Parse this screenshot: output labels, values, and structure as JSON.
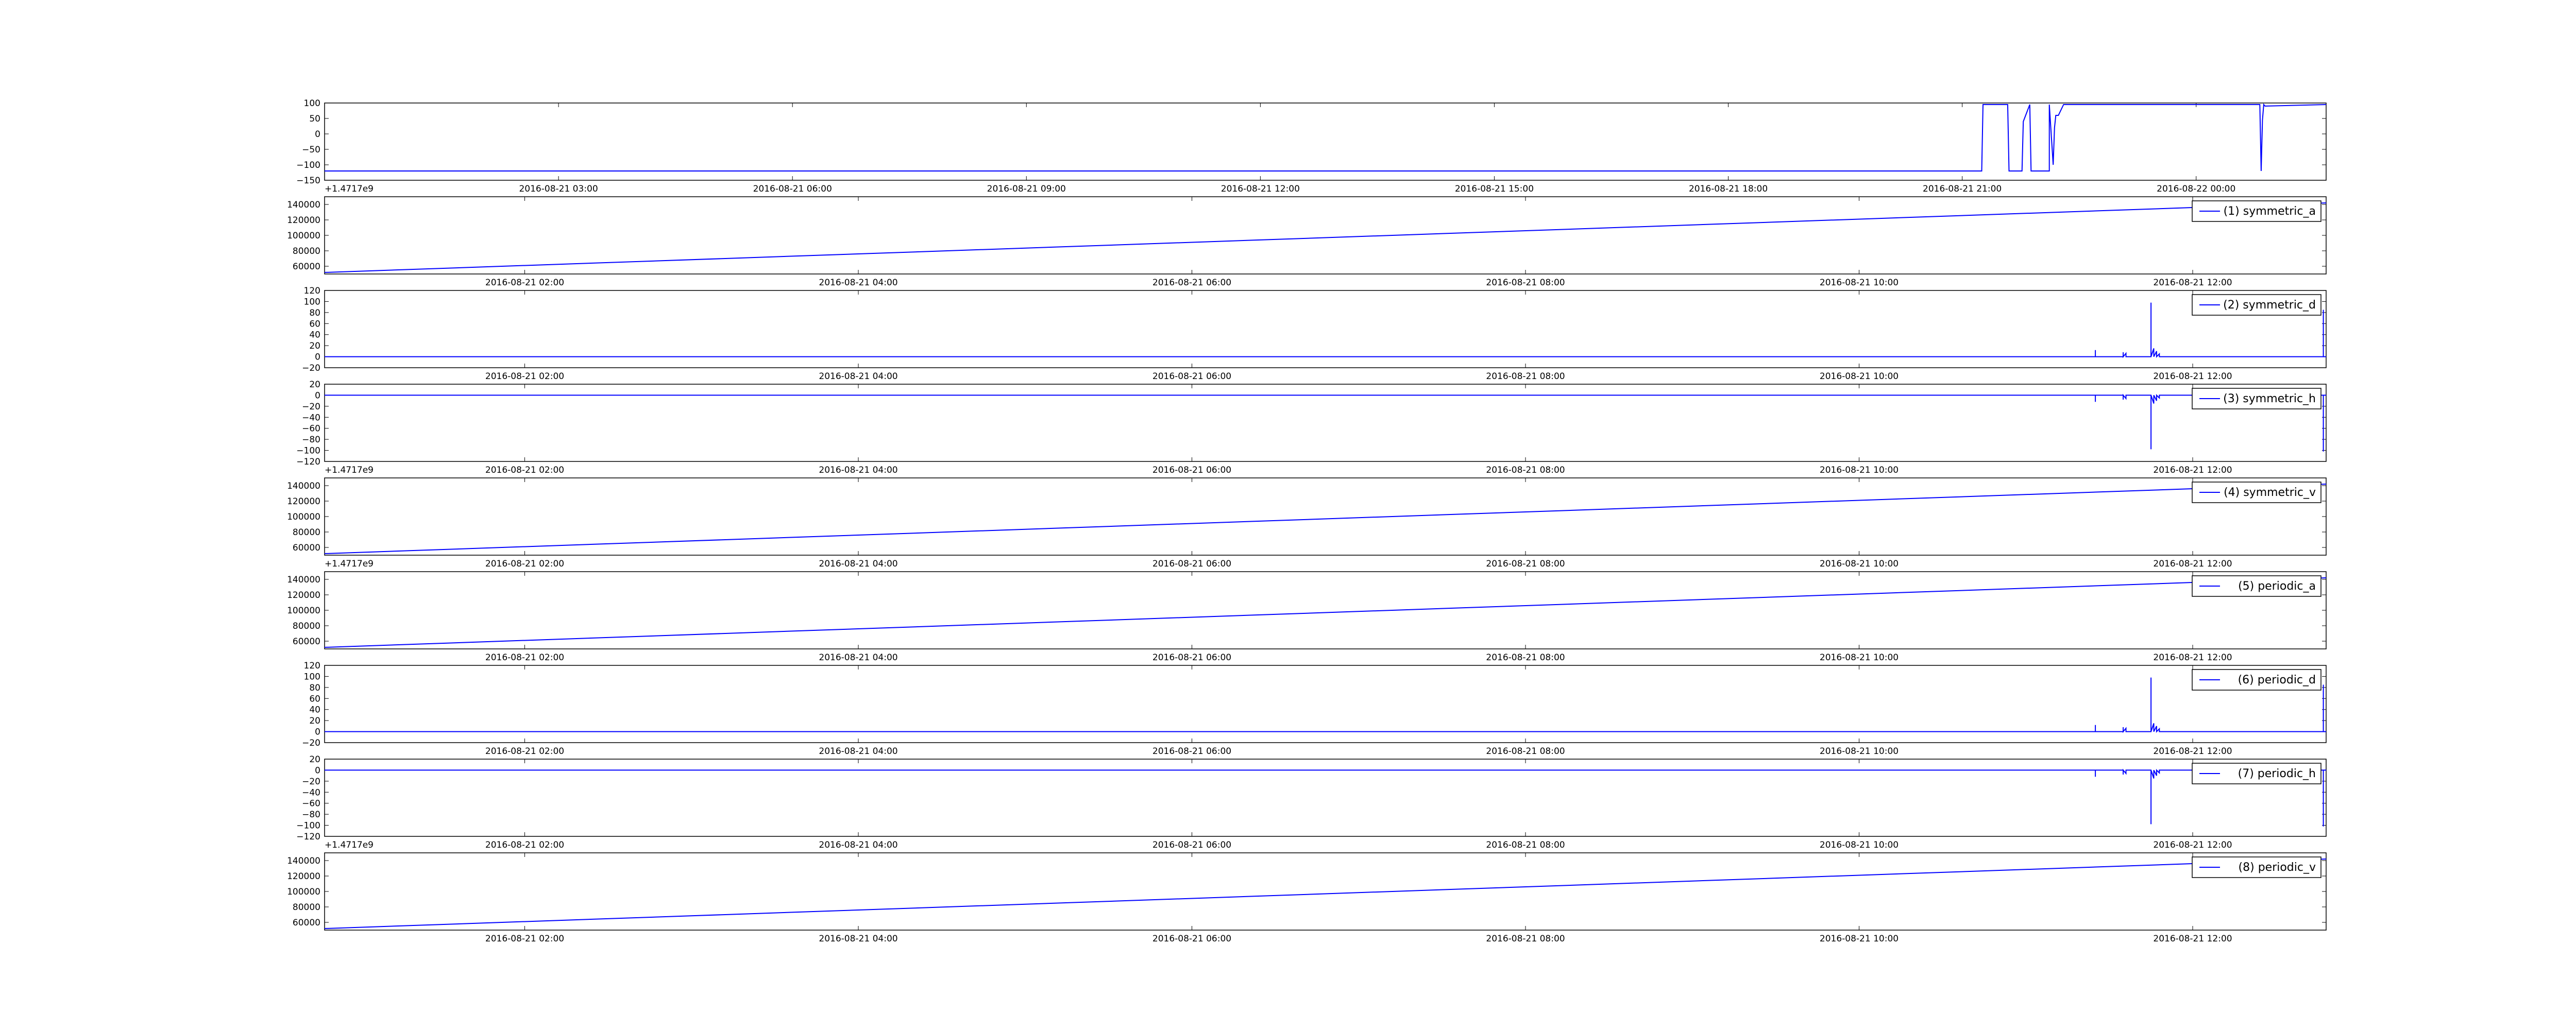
{
  "colors": {
    "line": "#0000ff",
    "axis": "#000000",
    "background": "#ffffff"
  },
  "chart_data": [
    {
      "type": "line",
      "title": "",
      "xlabel": "",
      "ylabel": "",
      "x_axis": "date",
      "xlim": [
        "2016-08-21 00:00",
        "2016-08-22 01:40"
      ],
      "x_ticks": [
        "2016-08-21 03:00",
        "2016-08-21 06:00",
        "2016-08-21 09:00",
        "2016-08-21 12:00",
        "2016-08-21 15:00",
        "2016-08-21 18:00",
        "2016-08-21 21:00",
        "2016-08-22 00:00"
      ],
      "y_ticks": [
        "100",
        "50",
        "0",
        "−50",
        "−100",
        "−150"
      ],
      "ylim": [
        -150,
        100
      ],
      "offset_text": "+1.4717e9",
      "grid": false,
      "legend": null,
      "series": [
        {
          "x": [
            "2016-08-21 00:00",
            "2016-08-21 21:15",
            "2016-08-21 21:16",
            "2016-08-21 21:35",
            "2016-08-21 21:36",
            "2016-08-21 21:46",
            "2016-08-21 21:47",
            "2016-08-21 21:52",
            "2016-08-21 21:53",
            "2016-08-21 22:07",
            "2016-08-21 22:07",
            "2016-08-21 22:08",
            "2016-08-21 22:10",
            "2016-08-21 22:11",
            "2016-08-21 22:12",
            "2016-08-21 22:14",
            "2016-08-21 22:18",
            "2016-08-22 00:49",
            "2016-08-22 00:50",
            "2016-08-22 00:51",
            "2016-08-22 00:52",
            "2016-08-22 00:53",
            "2016-08-22 01:40"
          ],
          "y": [
            -120,
            -120,
            95,
            95,
            -120,
            -120,
            40,
            95,
            -120,
            -120,
            95,
            30,
            -100,
            20,
            60,
            60,
            95,
            95,
            -120,
            45,
            95,
            90,
            95
          ]
        }
      ]
    },
    {
      "type": "line",
      "title": "",
      "xlabel": "",
      "ylabel": "",
      "x_axis": "date",
      "xlim": [
        "2016-08-21 00:48",
        "2016-08-21 12:48"
      ],
      "x_ticks": [
        "2016-08-21 02:00",
        "2016-08-21 04:00",
        "2016-08-21 06:00",
        "2016-08-21 08:00",
        "2016-08-21 10:00",
        "2016-08-21 12:00"
      ],
      "y_ticks": [
        "140000",
        "120000",
        "100000",
        "80000",
        "60000"
      ],
      "ylim": [
        50000,
        150000
      ],
      "offset_text": "",
      "grid": false,
      "legend": "upper right",
      "series": [
        {
          "name": "(1) symmetric_a",
          "x": [
            "2016-08-21 00:48",
            "2016-08-21 12:48"
          ],
          "y": [
            52000,
            142000
          ]
        }
      ]
    },
    {
      "type": "line",
      "title": "",
      "xlabel": "",
      "ylabel": "",
      "x_axis": "date",
      "xlim": [
        "2016-08-21 00:48",
        "2016-08-21 12:48"
      ],
      "x_ticks": [
        "2016-08-21 02:00",
        "2016-08-21 04:00",
        "2016-08-21 06:00",
        "2016-08-21 08:00",
        "2016-08-21 10:00",
        "2016-08-21 12:00"
      ],
      "y_ticks": [
        "120",
        "100",
        "80",
        "60",
        "40",
        "20",
        "0",
        "−20"
      ],
      "ylim": [
        -20,
        120
      ],
      "offset_text": "",
      "grid": false,
      "legend": "upper right",
      "series": [
        {
          "name": "(2) symmetric_d",
          "x": [
            "2016-08-21 00:48",
            "2016-08-21 11:25",
            "2016-08-21 11:25",
            "2016-08-21 11:25",
            "2016-08-21 11:35",
            "2016-08-21 11:35",
            "2016-08-21 11:35",
            "2016-08-21 11:36",
            "2016-08-21 11:36",
            "2016-08-21 11:45",
            "2016-08-21 11:45",
            "2016-08-21 11:45",
            "2016-08-21 11:46",
            "2016-08-21 11:46",
            "2016-08-21 11:47",
            "2016-08-21 11:47",
            "2016-08-21 11:48",
            "2016-08-21 11:48",
            "2016-08-21 12:47",
            "2016-08-21 12:47",
            "2016-08-21 12:47",
            "2016-08-21 12:48"
          ],
          "y": [
            0,
            0,
            12,
            0,
            0,
            8,
            0,
            6,
            0,
            0,
            98,
            0,
            15,
            0,
            10,
            0,
            5,
            0,
            0,
            85,
            0,
            0
          ]
        }
      ]
    },
    {
      "type": "line",
      "title": "",
      "xlabel": "",
      "ylabel": "",
      "x_axis": "date",
      "xlim": [
        "2016-08-21 00:48",
        "2016-08-21 12:48"
      ],
      "x_ticks": [
        "2016-08-21 02:00",
        "2016-08-21 04:00",
        "2016-08-21 06:00",
        "2016-08-21 08:00",
        "2016-08-21 10:00",
        "2016-08-21 12:00"
      ],
      "y_ticks": [
        "20",
        "0",
        "−20",
        "−40",
        "−60",
        "−80",
        "−100",
        "−120"
      ],
      "ylim": [
        -120,
        20
      ],
      "offset_text": "+1.4717e9",
      "grid": false,
      "legend": "upper right",
      "series": [
        {
          "name": "(3) symmetric_h",
          "x": [
            "2016-08-21 00:48",
            "2016-08-21 11:25",
            "2016-08-21 11:25",
            "2016-08-21 11:25",
            "2016-08-21 11:35",
            "2016-08-21 11:35",
            "2016-08-21 11:35",
            "2016-08-21 11:36",
            "2016-08-21 11:36",
            "2016-08-21 11:45",
            "2016-08-21 11:45",
            "2016-08-21 11:45",
            "2016-08-21 11:46",
            "2016-08-21 11:46",
            "2016-08-21 11:47",
            "2016-08-21 11:47",
            "2016-08-21 11:48",
            "2016-08-21 11:48",
            "2016-08-21 12:47",
            "2016-08-21 12:47",
            "2016-08-21 12:47",
            "2016-08-21 12:48"
          ],
          "y": [
            0,
            0,
            -12,
            0,
            0,
            -8,
            0,
            -6,
            0,
            0,
            -98,
            0,
            -15,
            0,
            -10,
            0,
            -5,
            0,
            0,
            -102,
            0,
            0
          ]
        }
      ]
    },
    {
      "type": "line",
      "title": "",
      "xlabel": "",
      "ylabel": "",
      "x_axis": "date",
      "xlim": [
        "2016-08-21 00:48",
        "2016-08-21 12:48"
      ],
      "x_ticks": [
        "2016-08-21 02:00",
        "2016-08-21 04:00",
        "2016-08-21 06:00",
        "2016-08-21 08:00",
        "2016-08-21 10:00",
        "2016-08-21 12:00"
      ],
      "y_ticks": [
        "140000",
        "120000",
        "100000",
        "80000",
        "60000"
      ],
      "ylim": [
        50000,
        150000
      ],
      "offset_text": "+1.4717e9",
      "grid": false,
      "legend": "upper right",
      "series": [
        {
          "name": "(4) symmetric_v",
          "x": [
            "2016-08-21 00:48",
            "2016-08-21 12:48"
          ],
          "y": [
            52000,
            142000
          ]
        }
      ]
    },
    {
      "type": "line",
      "title": "",
      "xlabel": "",
      "ylabel": "",
      "x_axis": "date",
      "xlim": [
        "2016-08-21 00:48",
        "2016-08-21 12:48"
      ],
      "x_ticks": [
        "2016-08-21 02:00",
        "2016-08-21 04:00",
        "2016-08-21 06:00",
        "2016-08-21 08:00",
        "2016-08-21 10:00",
        "2016-08-21 12:00"
      ],
      "y_ticks": [
        "140000",
        "120000",
        "100000",
        "80000",
        "60000"
      ],
      "ylim": [
        50000,
        150000
      ],
      "offset_text": "",
      "grid": false,
      "legend": "upper right",
      "series": [
        {
          "name": "(5) periodic_a",
          "x": [
            "2016-08-21 00:48",
            "2016-08-21 12:48"
          ],
          "y": [
            52000,
            142000
          ]
        }
      ]
    },
    {
      "type": "line",
      "title": "",
      "xlabel": "",
      "ylabel": "",
      "x_axis": "date",
      "xlim": [
        "2016-08-21 00:48",
        "2016-08-21 12:48"
      ],
      "x_ticks": [
        "2016-08-21 02:00",
        "2016-08-21 04:00",
        "2016-08-21 06:00",
        "2016-08-21 08:00",
        "2016-08-21 10:00",
        "2016-08-21 12:00"
      ],
      "y_ticks": [
        "120",
        "100",
        "80",
        "60",
        "40",
        "20",
        "0",
        "−20"
      ],
      "ylim": [
        -20,
        120
      ],
      "offset_text": "",
      "grid": false,
      "legend": "upper right",
      "series": [
        {
          "name": "(6) periodic_d",
          "x": [
            "2016-08-21 00:48",
            "2016-08-21 11:25",
            "2016-08-21 11:25",
            "2016-08-21 11:25",
            "2016-08-21 11:35",
            "2016-08-21 11:35",
            "2016-08-21 11:35",
            "2016-08-21 11:36",
            "2016-08-21 11:36",
            "2016-08-21 11:45",
            "2016-08-21 11:45",
            "2016-08-21 11:45",
            "2016-08-21 11:46",
            "2016-08-21 11:46",
            "2016-08-21 11:47",
            "2016-08-21 11:47",
            "2016-08-21 11:48",
            "2016-08-21 11:48",
            "2016-08-21 12:47",
            "2016-08-21 12:47",
            "2016-08-21 12:47",
            "2016-08-21 12:48"
          ],
          "y": [
            0,
            0,
            12,
            0,
            0,
            8,
            0,
            6,
            0,
            0,
            98,
            0,
            15,
            0,
            10,
            0,
            5,
            0,
            0,
            85,
            0,
            0
          ]
        }
      ]
    },
    {
      "type": "line",
      "title": "",
      "xlabel": "",
      "ylabel": "",
      "x_axis": "date",
      "xlim": [
        "2016-08-21 00:48",
        "2016-08-21 12:48"
      ],
      "x_ticks": [
        "2016-08-21 02:00",
        "2016-08-21 04:00",
        "2016-08-21 06:00",
        "2016-08-21 08:00",
        "2016-08-21 10:00",
        "2016-08-21 12:00"
      ],
      "y_ticks": [
        "20",
        "0",
        "−20",
        "−40",
        "−60",
        "−80",
        "−100",
        "−120"
      ],
      "ylim": [
        -120,
        20
      ],
      "offset_text": "+1.4717e9",
      "grid": false,
      "legend": "upper right",
      "series": [
        {
          "name": "(7) periodic_h",
          "x": [
            "2016-08-21 00:48",
            "2016-08-21 11:25",
            "2016-08-21 11:25",
            "2016-08-21 11:25",
            "2016-08-21 11:35",
            "2016-08-21 11:35",
            "2016-08-21 11:35",
            "2016-08-21 11:36",
            "2016-08-21 11:36",
            "2016-08-21 11:45",
            "2016-08-21 11:45",
            "2016-08-21 11:45",
            "2016-08-21 11:46",
            "2016-08-21 11:46",
            "2016-08-21 11:47",
            "2016-08-21 11:47",
            "2016-08-21 11:48",
            "2016-08-21 11:48",
            "2016-08-21 12:47",
            "2016-08-21 12:47",
            "2016-08-21 12:47",
            "2016-08-21 12:48"
          ],
          "y": [
            0,
            0,
            -12,
            0,
            0,
            -8,
            0,
            -6,
            0,
            0,
            -98,
            0,
            -15,
            0,
            -10,
            0,
            -5,
            0,
            0,
            -102,
            0,
            0
          ]
        }
      ]
    },
    {
      "type": "line",
      "title": "",
      "xlabel": "",
      "ylabel": "",
      "x_axis": "date",
      "xlim": [
        "2016-08-21 00:48",
        "2016-08-21 12:48"
      ],
      "x_ticks": [
        "2016-08-21 02:00",
        "2016-08-21 04:00",
        "2016-08-21 06:00",
        "2016-08-21 08:00",
        "2016-08-21 10:00",
        "2016-08-21 12:00"
      ],
      "y_ticks": [
        "140000",
        "120000",
        "100000",
        "80000",
        "60000"
      ],
      "ylim": [
        50000,
        150000
      ],
      "offset_text": "",
      "grid": false,
      "legend": "upper right",
      "series": [
        {
          "name": "(8) periodic_v",
          "x": [
            "2016-08-21 00:48",
            "2016-08-21 12:48"
          ],
          "y": [
            52000,
            142000
          ]
        }
      ]
    }
  ]
}
